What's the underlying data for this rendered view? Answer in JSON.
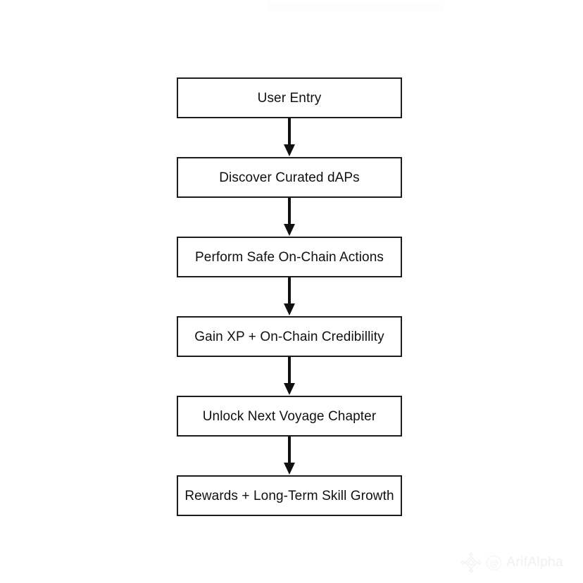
{
  "diagram": {
    "type": "flowchart",
    "orientation": "top-to-bottom",
    "background_color": "#ffffff",
    "node_border_color": "#1d1d1d",
    "node_fill_color": "#ffffff",
    "text_color": "#101010",
    "arrow_color": "#101010",
    "nodes": [
      {
        "id": "user-entry",
        "label": "User Entry"
      },
      {
        "id": "discover-dapps",
        "label": "Discover Curated dAPs"
      },
      {
        "id": "safe-actions",
        "label": "Perform Safe On-Chain Actions"
      },
      {
        "id": "gain-xp",
        "label": "Gain XP + On-Chain Credibillity"
      },
      {
        "id": "unlock-chapter",
        "label": "Unlock Next Voyage Chapter"
      },
      {
        "id": "rewards-growth",
        "label": "Rewards + Long-Term Skill Growth"
      }
    ],
    "edges": [
      {
        "from": "user-entry",
        "to": "discover-dapps",
        "style": "arrow"
      },
      {
        "from": "discover-dapps",
        "to": "safe-actions",
        "style": "arrow"
      },
      {
        "from": "safe-actions",
        "to": "gain-xp",
        "style": "arrow"
      },
      {
        "from": "gain-xp",
        "to": "unlock-chapter",
        "style": "arrow"
      },
      {
        "from": "unlock-chapter",
        "to": "rewards-growth",
        "style": "arrow"
      }
    ]
  },
  "watermark": {
    "handle": "ArifAlpha",
    "at_symbol": "@",
    "logo_icon": "diamond-cluster-icon",
    "color": "#f2f2f2"
  }
}
